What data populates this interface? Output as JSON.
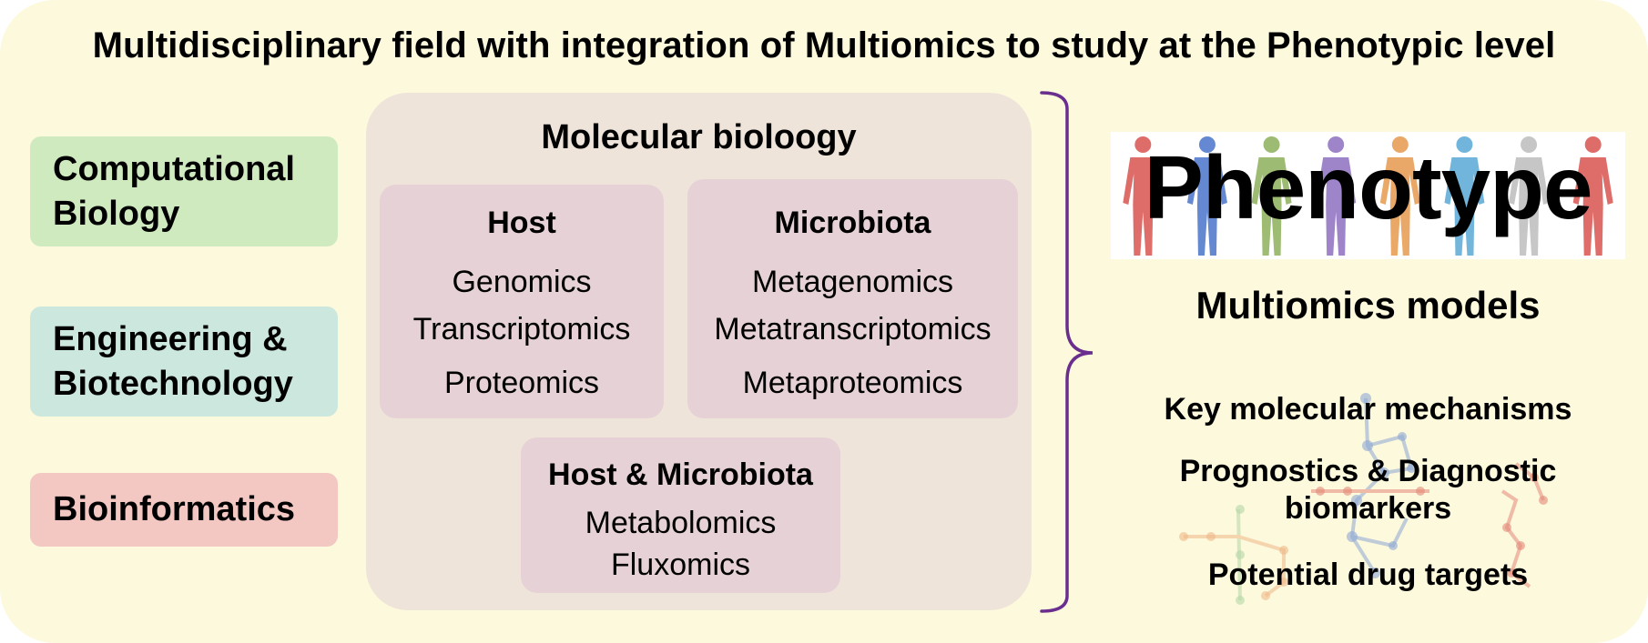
{
  "title": "Multidisciplinary field with integration of Multiomics to study at the Phenotypic level",
  "fields": [
    {
      "line1": "Computational",
      "line2": "Biology",
      "color": "#cfeabf"
    },
    {
      "line1": "Engineering &",
      "line2": "Biotechnology",
      "color": "#cbe7de"
    },
    {
      "line1": "Bioinformatics",
      "line2": "",
      "color": "#f3c7c2"
    }
  ],
  "molecular": {
    "title": "Molecular bioloogy",
    "host": {
      "title": "Host",
      "items": [
        "Genomics",
        "Transcriptomics",
        "Proteomics"
      ]
    },
    "microbiota": {
      "title": "Microbiota",
      "items": [
        "Metagenomics",
        "Metatranscriptomics",
        "Metaproteomics"
      ]
    },
    "host_microbiota": {
      "title": "Host & Microbiota",
      "items": [
        "Metabolomics",
        "Fluxomics"
      ]
    }
  },
  "phenotype": {
    "label": "Phenotype",
    "figure_colors": [
      "#d9534f",
      "#4a74c9",
      "#8db05a",
      "#8e6fbf",
      "#e79a4e",
      "#5aa9d6",
      "#bdbdbd",
      "#d9534f"
    ]
  },
  "models": {
    "title": "Multiomics models",
    "outcomes": [
      "Key molecular mechanisms",
      "Prognostics & Diagnostic",
      "biomarkers",
      "Potential drug targets"
    ]
  },
  "colors": {
    "background": "#fcf9dc",
    "molecular_panel": "#efe4d9",
    "sub_box": "#e6d2d6",
    "brace": "#6a2f8e"
  }
}
